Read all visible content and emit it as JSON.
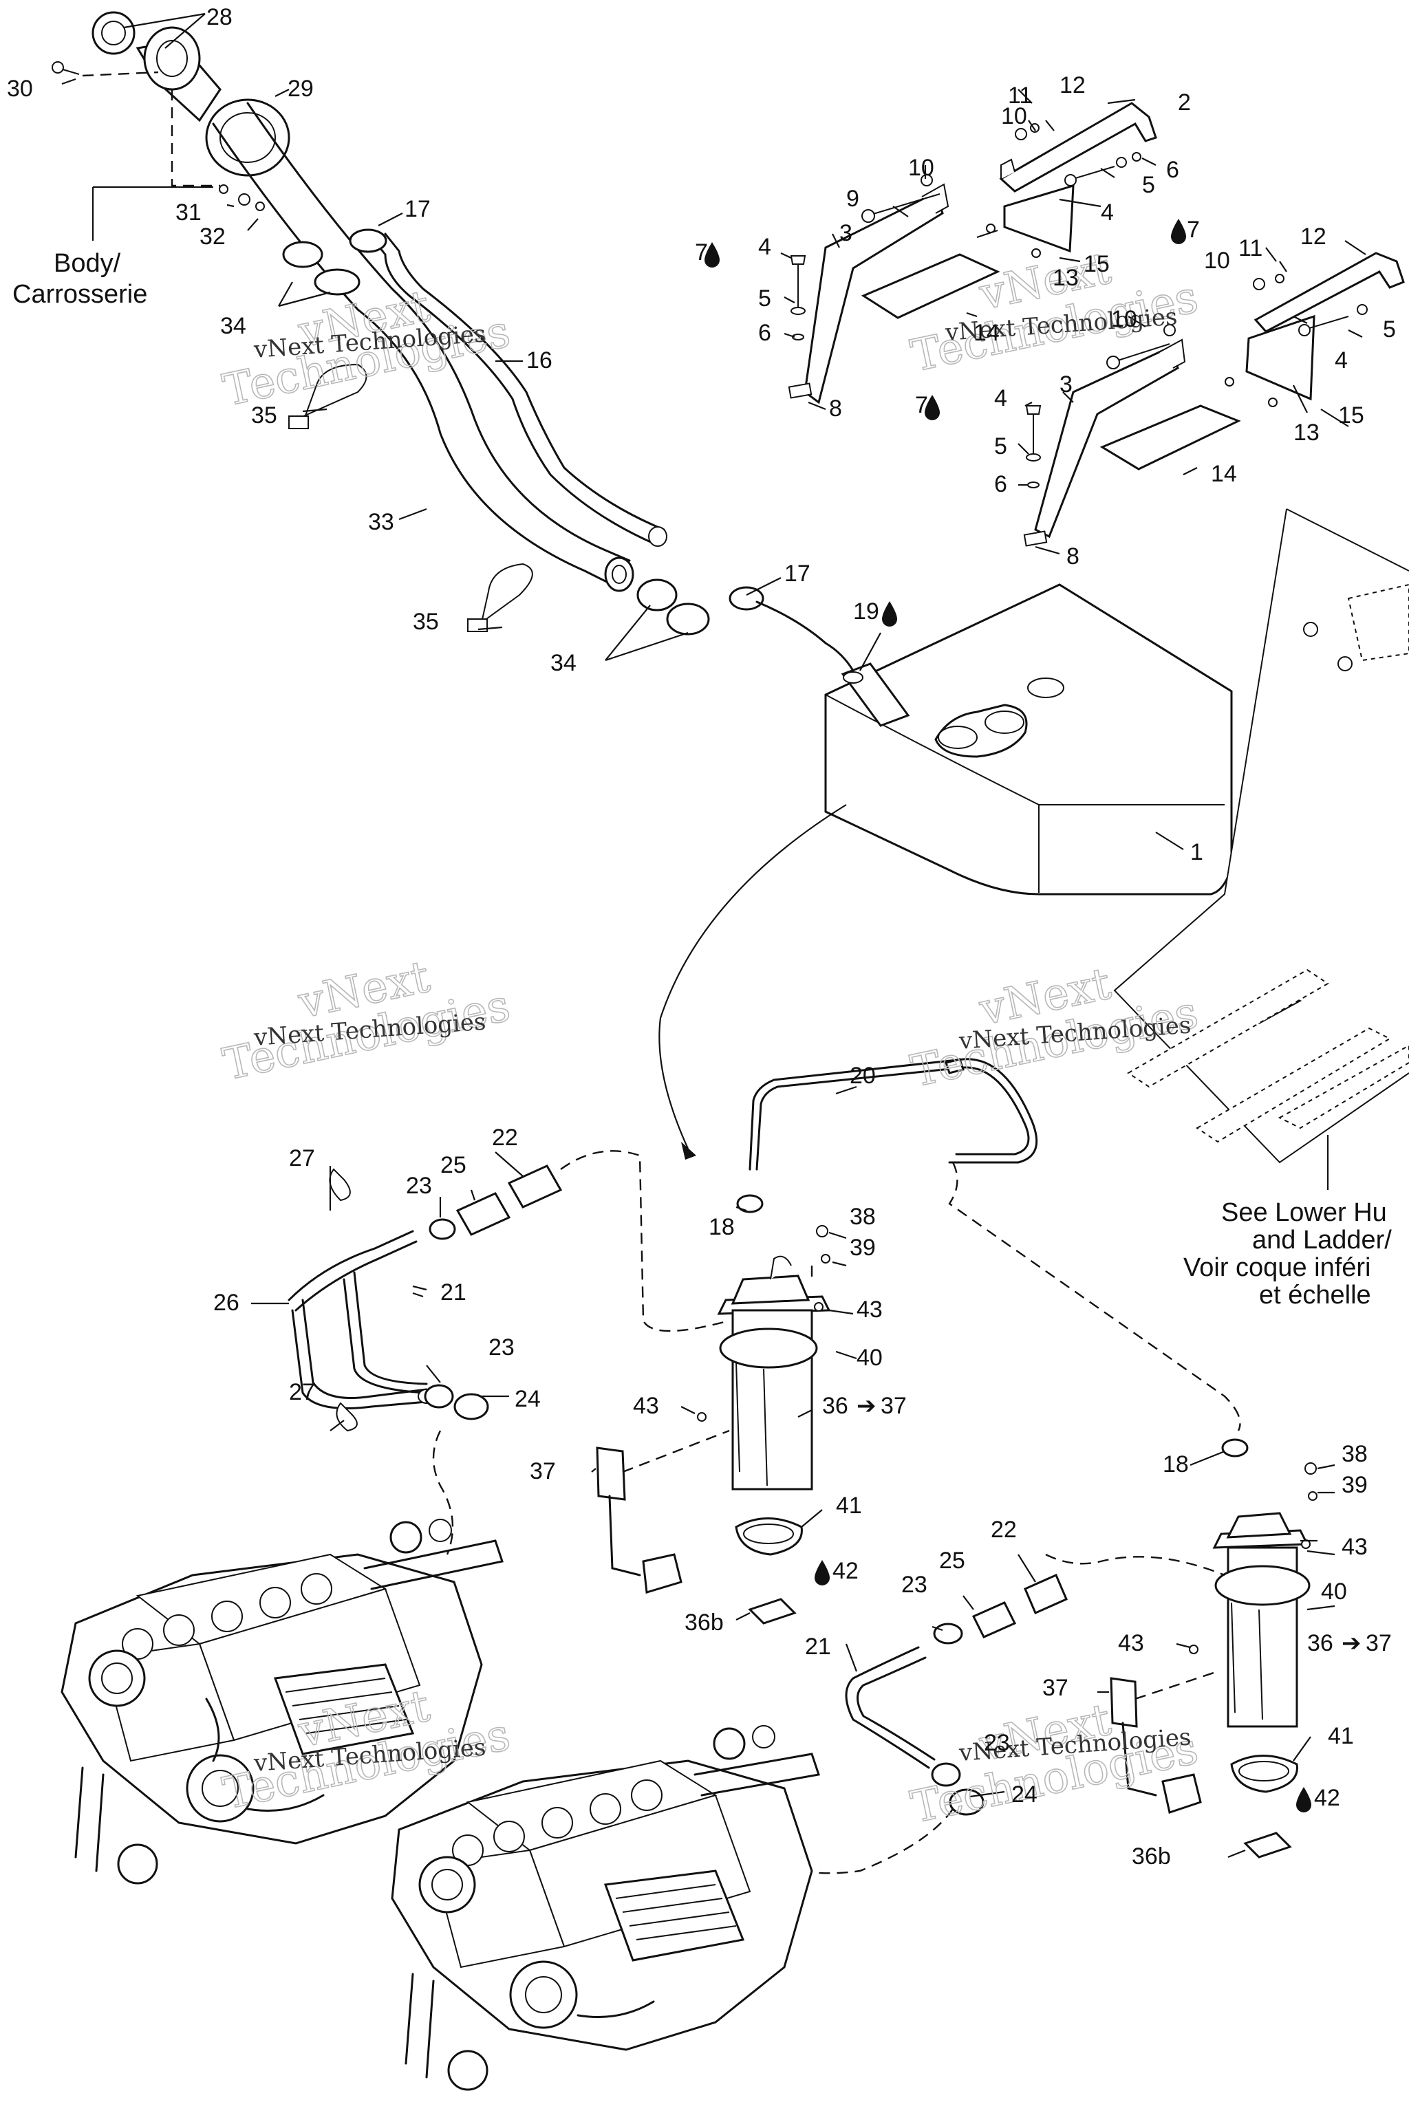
{
  "labels": {
    "l1": "1",
    "l2": "2",
    "l3a": "3",
    "l3b": "3",
    "l4a": "4",
    "l4b": "4",
    "l4c": "4",
    "l4d": "4",
    "l5a": "5",
    "l5b": "5",
    "l5c": "5",
    "l5d": "5",
    "l6a": "6",
    "l6b": "6",
    "l6c": "6",
    "l7a": "7",
    "l7b": "7",
    "l7c": "7",
    "l8a": "8",
    "l8b": "8",
    "l9": "9",
    "l10a": "10",
    "l10b": "10",
    "l10c": "10",
    "l10d": "10",
    "l11a": "11",
    "l11b": "11",
    "l12a": "12",
    "l12b": "12",
    "l13a": "13",
    "l13b": "13",
    "l14a": "14",
    "l14b": "14",
    "l15a": "15",
    "l15b": "15",
    "l16": "16",
    "l17a": "17",
    "l17b": "17",
    "l18a": "18",
    "l18b": "18",
    "l19": "19",
    "l20": "20",
    "l21a": "21",
    "l21b": "21",
    "l22a": "22",
    "l22b": "22",
    "l23a": "23",
    "l23b": "23",
    "l23c": "23",
    "l23d": "23",
    "l24a": "24",
    "l24b": "24",
    "l25a": "25",
    "l25b": "25",
    "l26": "26",
    "l27a": "27",
    "l27b": "27",
    "l28": "28",
    "l29": "29",
    "l30": "30",
    "l31": "31",
    "l32": "32",
    "l33": "33",
    "l34a": "34",
    "l34b": "34",
    "l35a": "35",
    "l35b": "35",
    "l36a": "36",
    "l36b": "36",
    "l36ba": "36b",
    "l36bb": "36b",
    "l37a": "37",
    "l37b": "37",
    "l37c": "37",
    "l37d": "37",
    "l38a": "38",
    "l38b": "38",
    "l39a": "39",
    "l39b": "39",
    "l40a": "40",
    "l40b": "40",
    "l41a": "41",
    "l41b": "41",
    "l42a": "42",
    "l42b": "42",
    "l43a": "43",
    "l43b": "43",
    "l43c": "43",
    "l43d": "43"
  },
  "notes": {
    "body_line1": "Body/",
    "body_line2": "Carrosserie",
    "hull_line1": "See Lower Hu",
    "hull_line2": "and Ladder/",
    "hull_line3": "Voir coque inféri",
    "hull_line4": "et échelle"
  },
  "watermark": {
    "brand_top": "vNext",
    "brand_bottom": "Technologies",
    "small": "vNext Technologies"
  },
  "icons": {
    "arrow_glyph": "➔",
    "drop": "drop-icon"
  }
}
